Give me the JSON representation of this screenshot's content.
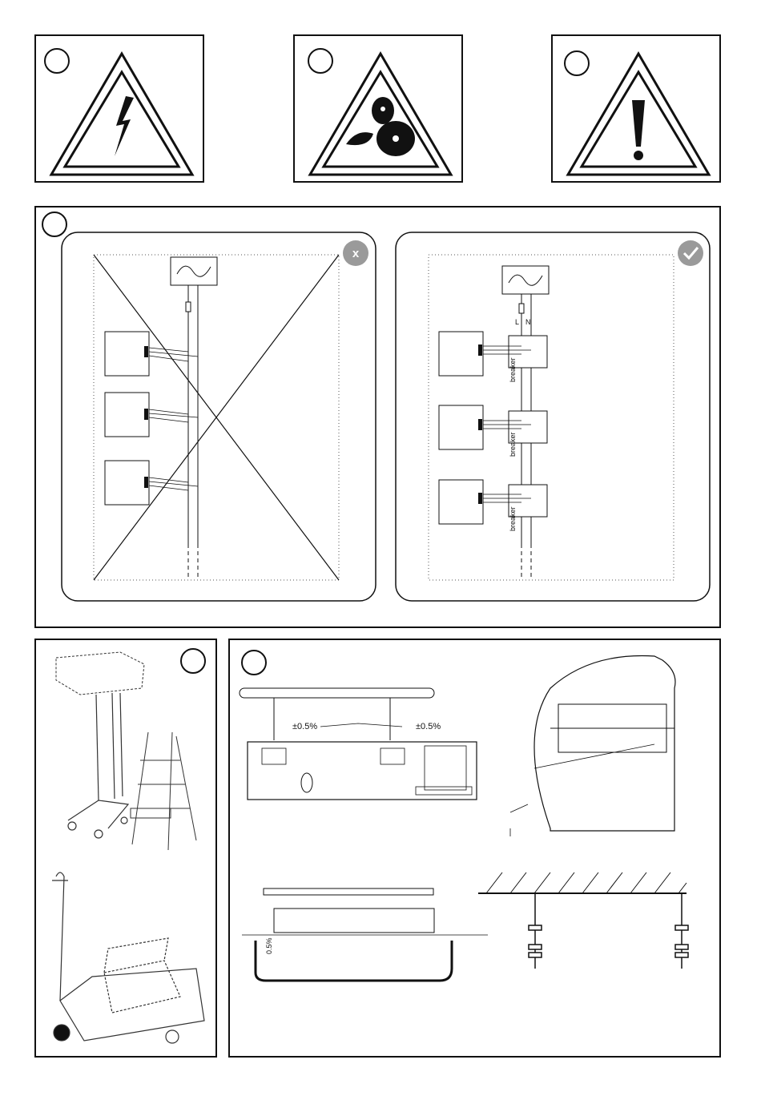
{
  "colors": {
    "ink": "#111111",
    "badge": "#9a9a9a",
    "paper": "#ffffff"
  },
  "warnings": [
    {
      "icon": "electric-shock-warning-icon"
    },
    {
      "icon": "rotating-fan-warning-icon"
    },
    {
      "icon": "general-warning-icon"
    }
  ],
  "wiring": {
    "wrong_badge": "x",
    "correct_badge_icon": "check-icon",
    "line_label": "L",
    "neutral_label": "N",
    "breaker_label": "breaker"
  },
  "installation": {
    "level_tolerance_left": "±0.5%",
    "level_tolerance_right": "±0.5%",
    "drain_slope_label": "0.5%"
  }
}
